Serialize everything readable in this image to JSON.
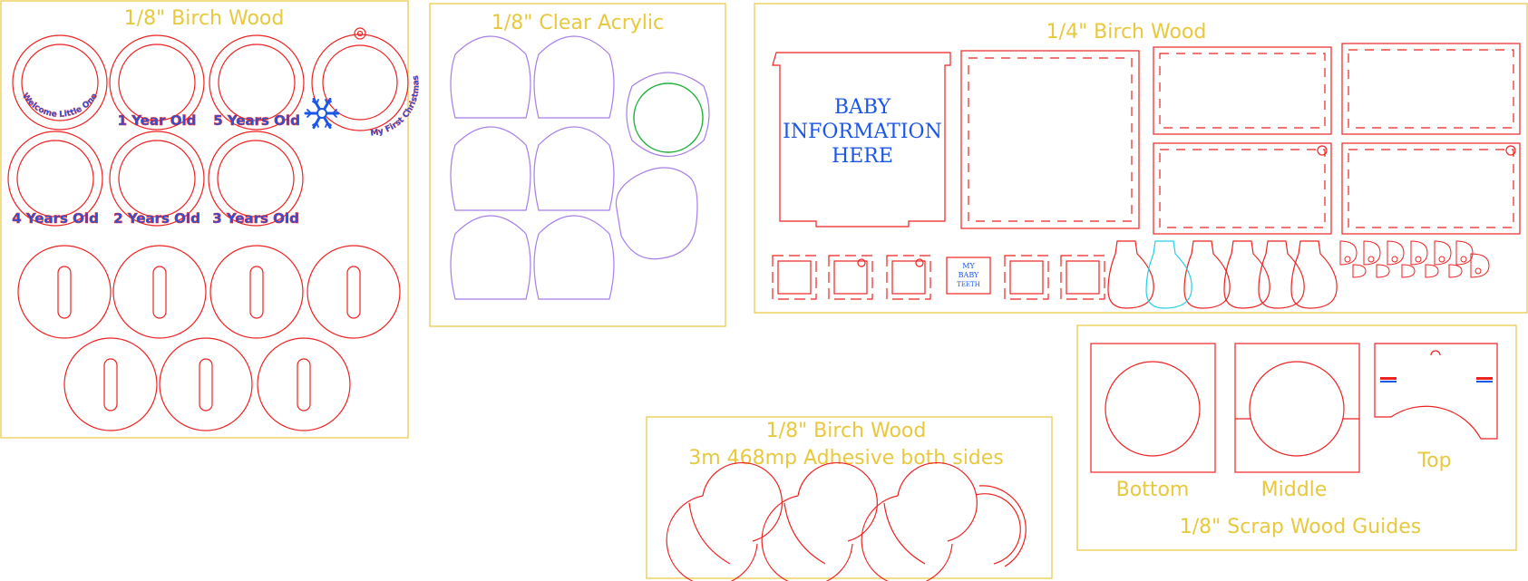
{
  "colors": {
    "panel_border": "#e8c83c",
    "title": "#e8c83c",
    "cut": "#ee2222",
    "engrave": "#1a56e8",
    "acrylic": "#a67ee8",
    "green": "#22b03a",
    "cyan": "#22d0e8"
  },
  "panels": {
    "birch_eighth": {
      "title": "1/8\" Birch Wood",
      "labels": [
        "Welcome Little One",
        "1 Year Old",
        "5 Years Old",
        "My First Christmas",
        "4 Years Old",
        "2 Years Old",
        "3 Years Old"
      ]
    },
    "acrylic": {
      "title": "1/8\" Clear Acrylic"
    },
    "birch_quarter": {
      "title": "1/4\" Birch Wood",
      "info_line1": "BABY",
      "info_line2": "INFORMATION",
      "info_line3": "HERE",
      "teeth_line1": "MY",
      "teeth_line2": "BABY",
      "teeth_line3": "TEETH"
    },
    "adhesive": {
      "title_line1": "1/8\" Birch Wood",
      "title_line2": "3m 468mp Adhesive both sides"
    },
    "scrap": {
      "title": "1/8\" Scrap Wood Guides",
      "bottom": "Bottom",
      "middle": "Middle",
      "top": "Top"
    }
  }
}
